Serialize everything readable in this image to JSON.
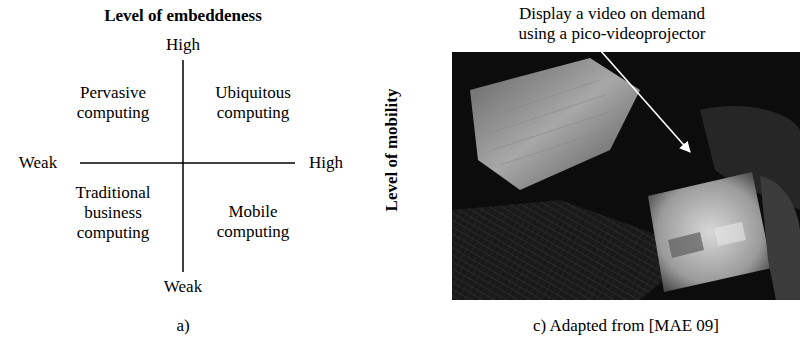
{
  "diagram": {
    "labels": [
      "Level of embeddeness",
      "High",
      "Weak",
      "High",
      "Weak",
      "Level of mobility",
      "Pervasive computing",
      "Ubiquitous computing",
      "Traditional business computing",
      "Mobile computing",
      "a)",
      "Display a video on demand using a pico-videoprojector",
      "c) Adapted from [MAE 09]"
    ]
  }
}
